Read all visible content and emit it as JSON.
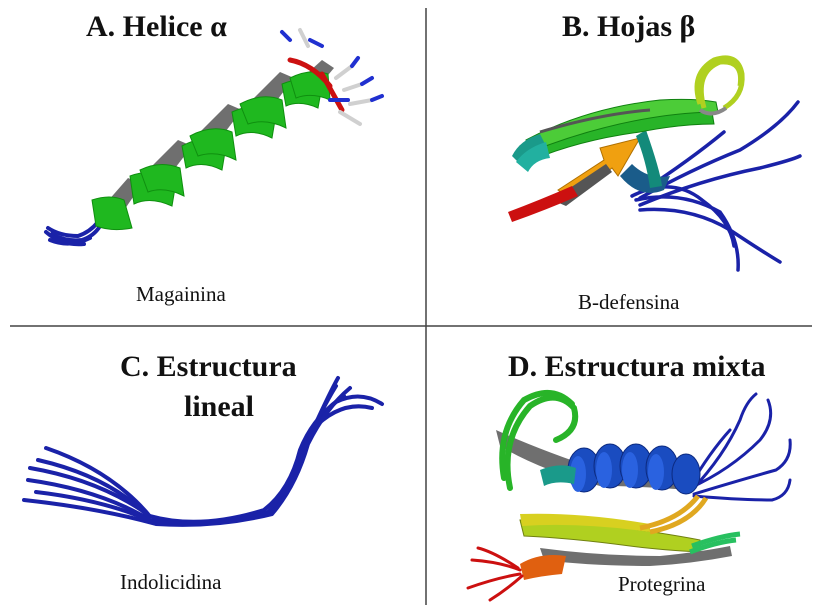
{
  "panels": {
    "a": {
      "title": "A. Helice α",
      "caption": "Magainina"
    },
    "b": {
      "title": "B. Hojas β",
      "caption": "B-defensina"
    },
    "c": {
      "title_line1": "C. Estructura",
      "title_line2": "lineal",
      "caption": "Indolicidina"
    },
    "d": {
      "title": "D. Estructura mixta",
      "caption": "Protegrina"
    }
  },
  "colors": {
    "helix_green": "#1fb81f",
    "helix_dark": "#6f6f6f",
    "coil_blue": "#1a22a8",
    "strand_orange": "#f0a010",
    "red": "#cc1010",
    "teal": "#1a9a8a",
    "lime": "#b0d020"
  }
}
